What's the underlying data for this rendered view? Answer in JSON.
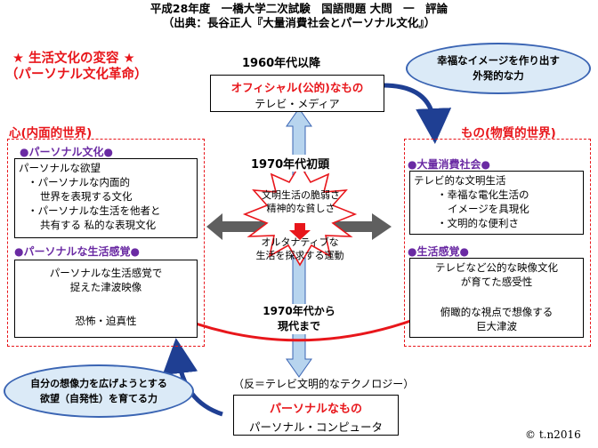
{
  "header": {
    "line1": "平成28年度　一橋大学二次試験　国語問題 大問　一　評論",
    "line2": "（出典：長谷正人『大量消費社会とパーソナル文化』）"
  },
  "title": {
    "line1": "★ 生活文化の変容 ★",
    "line2": "（パーソナル文化革命）"
  },
  "top_period": "1960年代以降",
  "official_box": {
    "line1": "オフィシャル(公的)なもの",
    "line2": "テレビ・メディア"
  },
  "cloud_top": {
    "line1": "幸福なイメージを作り出す",
    "line2": "外発的な力"
  },
  "left_section": {
    "title": "心(内面的世界)",
    "personal_culture_head": "●パーソナル文化●",
    "personal_culture_lines": [
      "パーソナルな欲望",
      "・パーソナルな内面的",
      "世界を表現する文化",
      "・パーソナルな生活を他者と",
      "共有する 私的な表現文化"
    ],
    "sense_head": "●パーソナルな生活感覚●",
    "sense_lines": [
      "パーソナルな生活感覚で",
      "捉えた津波映像"
    ],
    "sense_result": "恐怖・迫真性"
  },
  "right_section": {
    "title": "もの(物質的世界)",
    "mass_head": "●大量消費社会●",
    "mass_lines": [
      "テレビ的な文明生活",
      "・幸福な電化生活の",
      "イメージを具現化",
      "・文明的な便利さ"
    ],
    "sense_head": "●生活感覚●",
    "sense_lines": [
      "テレビなど公的な映像文化",
      "が育てた感受性"
    ],
    "sense_result": [
      "俯瞰的な視点で想像する",
      "巨大津波"
    ]
  },
  "center": {
    "period_1970s_early": "1970年代初頭",
    "burst_lines": [
      "文明生活の脆弱さ",
      "精神的な貧しさ"
    ],
    "alternative_lines": [
      "オルタナティブな",
      "生活を探求する運動"
    ],
    "period_1970s_to_now": [
      "1970年代から",
      "現代まで"
    ]
  },
  "bottom": {
    "anti_tv": "（反＝テレビ文明的なテクノロジー）",
    "personal_box": {
      "line1": "パーソナルなもの",
      "line2": "パーソナル・コンピュータ"
    },
    "cloud_bottom": {
      "line1": "自分の想像力を広げようとする",
      "line2": "欲望（自発性）を育てる力"
    }
  },
  "copyright": "© t.n2016",
  "colors": {
    "accent_red": "#e8161b",
    "purple": "#6a2aa3",
    "arrow_blue": "#b7d4ee",
    "arrow_blue_dark": "#1f3f93",
    "cloud_fill": "#dbeaf7",
    "cloud_border": "#3a64b3",
    "gray_arrow": "#5f5f5f"
  }
}
